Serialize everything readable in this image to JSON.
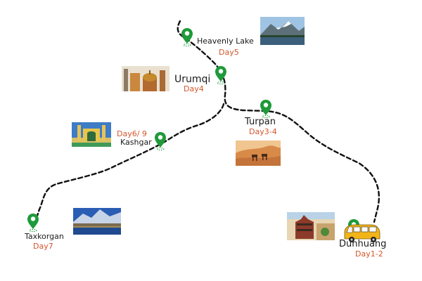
{
  "title": "",
  "route_style": {
    "line_color": "#111111",
    "pin_color": "#1f9a3a",
    "day_color": "#d2572c"
  },
  "stops": [
    {
      "id": "heavenly-lake",
      "name": "Heavenly Lake",
      "day": "Day5",
      "photo_icon": "lake-mountain-photo"
    },
    {
      "id": "urumqi",
      "name": "Urumqi",
      "day": "Day4",
      "photo_icon": "mosque-tower-photo"
    },
    {
      "id": "turpan",
      "name": "Turpan",
      "day": "Day3-4",
      "photo_icon": "desert-camel-photo"
    },
    {
      "id": "kashgar",
      "name": "Kashgar",
      "day": "Day6/ 9",
      "photo_icon": "yellow-mosque-photo"
    },
    {
      "id": "taxkorgan",
      "name": "Taxkorgan",
      "day": "Day7",
      "photo_icon": "snow-mountain-lake-photo"
    },
    {
      "id": "dunhuang",
      "name": "Dunhuang",
      "day": "Day1-2",
      "photo_icon": "grotto-temple-photo"
    }
  ],
  "vehicle_icon": "minibus-icon"
}
